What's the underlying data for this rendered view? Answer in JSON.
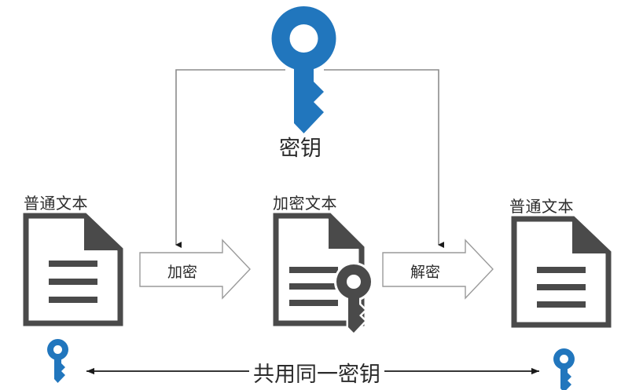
{
  "diagram": {
    "title": "symmetric-encryption-diagram",
    "colors": {
      "key_blue": "#2176BD",
      "doc_gray": "#4A4A4A",
      "line_gray": "#8C8C8C",
      "text_dark": "#2B2B2B",
      "background": "#FFFFFF"
    },
    "master_key": {
      "icon": "key-icon",
      "label": "密钥",
      "color": "#2176BD"
    },
    "nodes": [
      {
        "id": "plaintext-left",
        "icon": "document-icon",
        "label": "普通文本",
        "has_key_overlay": false
      },
      {
        "id": "ciphertext",
        "icon": "document-with-key-icon",
        "label": "加密文本",
        "has_key_overlay": true
      },
      {
        "id": "plaintext-right",
        "icon": "document-icon",
        "label": "普通文本",
        "has_key_overlay": false
      }
    ],
    "process_arrows": [
      {
        "id": "encrypt",
        "label": "加密"
      },
      {
        "id": "decrypt",
        "label": "解密"
      }
    ],
    "shared_key": {
      "label": "共用同一密钥",
      "left_icon": "key-icon",
      "right_icon": "key-icon",
      "arrow": "double-headed-arrow"
    }
  }
}
